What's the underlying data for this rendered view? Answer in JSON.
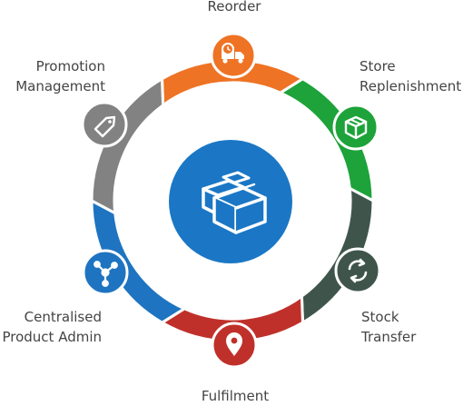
{
  "center": {
    "icon": "boxes-icon",
    "color": "#1b77c5"
  },
  "segments": [
    {
      "id": "reorder",
      "label": [
        "Reorder"
      ],
      "color": "#ee7324",
      "icon": "delivery-truck-icon"
    },
    {
      "id": "store-replenishment",
      "label": [
        "Store",
        "Replenishment"
      ],
      "color": "#1da339",
      "icon": "box-icon"
    },
    {
      "id": "stock-transfer",
      "label": [
        "Stock",
        "Transfer"
      ],
      "color": "#3f554c",
      "icon": "transfer-arrows-icon"
    },
    {
      "id": "fulfilment",
      "label": [
        "Fulfilment"
      ],
      "color": "#c0302a",
      "icon": "location-pin-icon"
    },
    {
      "id": "centralised-product-admin",
      "label": [
        "Centralised",
        "Product Admin"
      ],
      "color": "#1e74c1",
      "icon": "network-hub-icon"
    },
    {
      "id": "promotion-management",
      "label": [
        "Promotion",
        "Management"
      ],
      "color": "#828282",
      "icon": "price-tag-icon"
    }
  ]
}
